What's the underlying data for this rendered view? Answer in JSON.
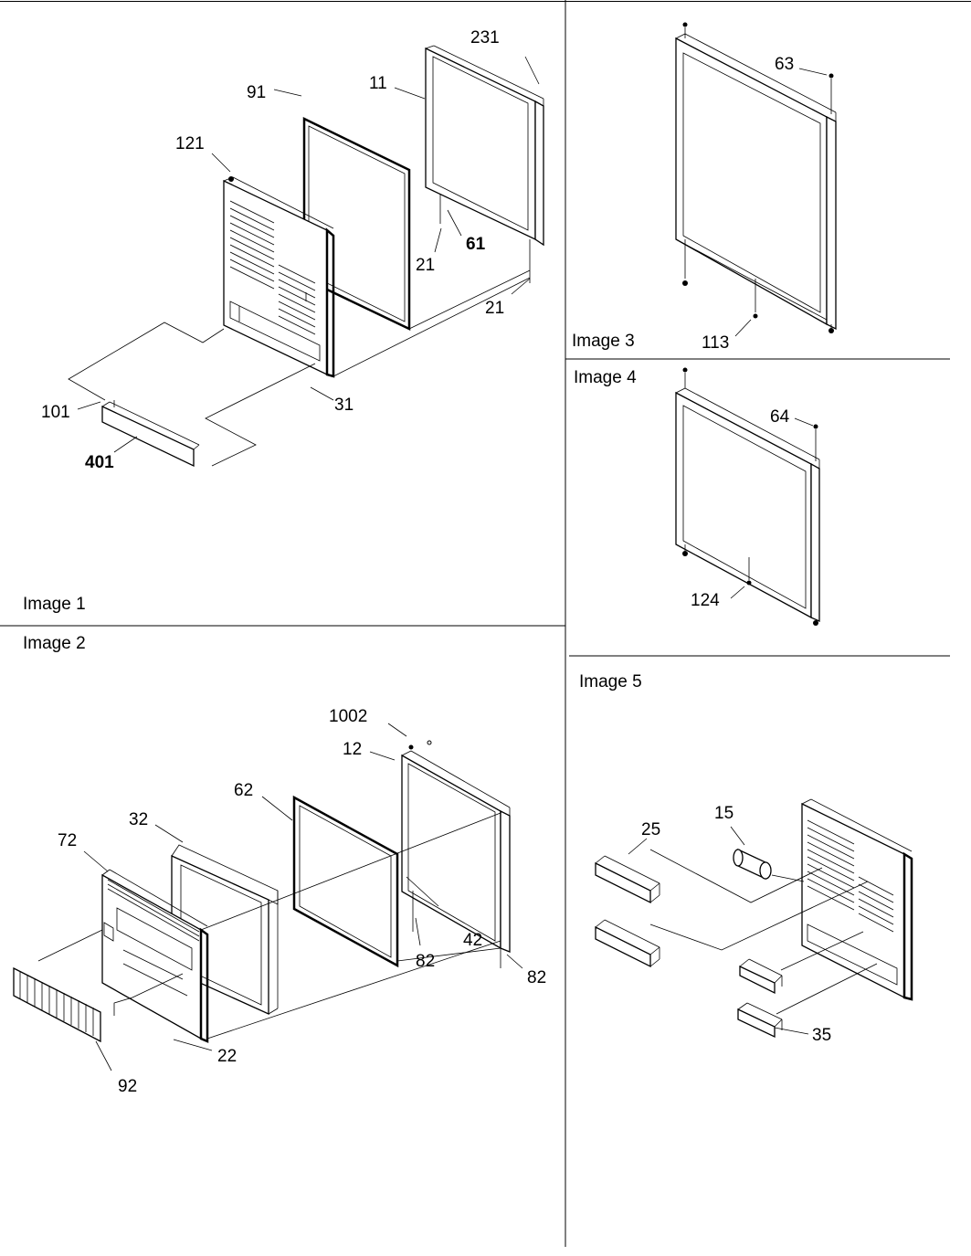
{
  "panels": {
    "image1": {
      "title": "Image 1",
      "callouts": {
        "c231": "231",
        "c11": "11",
        "c91": "91",
        "c121": "121",
        "c61": "61",
        "c21a": "21",
        "c21b": "21",
        "c101": "101",
        "c31": "31",
        "c401": "401"
      }
    },
    "image2": {
      "title": "Image 2",
      "callouts": {
        "c1002": "1002",
        "c12": "12",
        "c62": "62",
        "c32": "32",
        "c72": "72",
        "c82a": "82",
        "c42": "42",
        "c82b": "82",
        "c22": "22",
        "c92": "92"
      }
    },
    "image3": {
      "title": "Image 3",
      "callouts": {
        "c63": "63",
        "c113": "113"
      }
    },
    "image4": {
      "title": "Image 4",
      "callouts": {
        "c64": "64",
        "c124": "124"
      }
    },
    "image5": {
      "title": "Image 5",
      "callouts": {
        "c15": "15",
        "c25": "25",
        "c35": "35"
      }
    }
  }
}
